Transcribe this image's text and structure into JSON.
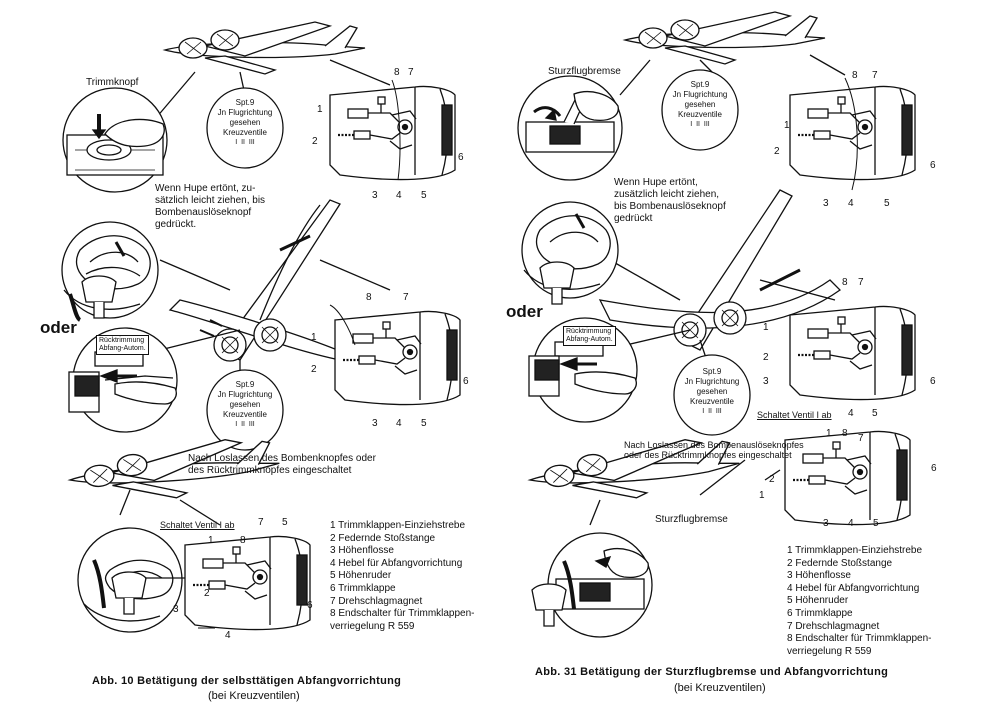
{
  "left": {
    "trimm_label": "Trimmknopf",
    "warning": [
      "Wenn Hupe ertönt, zu-",
      "sätzlich leicht ziehen, bis",
      "Bombenauslöseknopf",
      "gedrückt."
    ],
    "oder": "oder",
    "panel_label": [
      "Rücktrimmung",
      "Abfang-Autom."
    ],
    "note": [
      "Nach Loslassen des Bombenknopfes oder",
      "des Rücktrimmknopfes eingeschaltet"
    ],
    "valve_label": "Schaltet Ventil I ab",
    "bubble": {
      "title": "Spt.9",
      "lines": [
        "Jn Flugrichtung",
        "gesehen",
        "Kreuzventile"
      ],
      "marks": [
        "I",
        "II",
        "III"
      ]
    },
    "legend": [
      "1  Trimmklappen-Einziehstrebe",
      "2  Federnde Stoßstange",
      "3  Höhenflosse",
      "4  Hebel für Abfangvorrichtung",
      "5  Höhenruder",
      "6  Trimmklappe",
      "7  Drehschlagmagnet",
      "8  Endschalter für Trimmklappen-",
      "    verriegelung R 559"
    ],
    "caption_title": "Abb. 10   Betätigung der selbsttätigen Abfangvorrichtung",
    "caption_sub": "(bei Kreuzventilen)"
  },
  "right": {
    "brake_label": "Sturzflugbremse",
    "warning": [
      "Wenn Hupe ertönt,",
      "zusätzlich leicht ziehen,",
      "bis Bombenauslöseknopf",
      "gedrückt"
    ],
    "oder": "oder",
    "panel_label": [
      "Rücktrimmung",
      "Abfang-Autom."
    ],
    "note": [
      "Nach Loslassen des Bombenauslöseknopfes",
      "oder des Rücktrimmknopfes eingeschaltet"
    ],
    "valve_label": "Schaltet Ventil I ab",
    "brake_label_2": "Sturzflugbremse",
    "bubble": {
      "title": "Spt.9",
      "lines": [
        "Jn Flugrichtung",
        "gesehen",
        "Kreuzventile"
      ],
      "marks": [
        "I",
        "II",
        "III"
      ]
    },
    "legend": [
      "1  Trimmklappen-Einziehstrebe",
      "2  Federnde Stoßstange",
      "3  Höhenflosse",
      "4  Hebel für Abfangvorrichtung",
      "5  Höhenruder",
      "6  Trimmklappe",
      "7  Drehschlagmagnet",
      "8  Endschalter für Trimmklappen-",
      "    verriegelung R 559"
    ],
    "caption_title": "Abb. 31   Betätigung der Sturzflugbremse und Abfangvorrichtung",
    "caption_sub": "(bei Kreuzventilen)"
  },
  "callout_numbers": [
    "1",
    "2",
    "3",
    "4",
    "5",
    "6",
    "7",
    "8"
  ]
}
